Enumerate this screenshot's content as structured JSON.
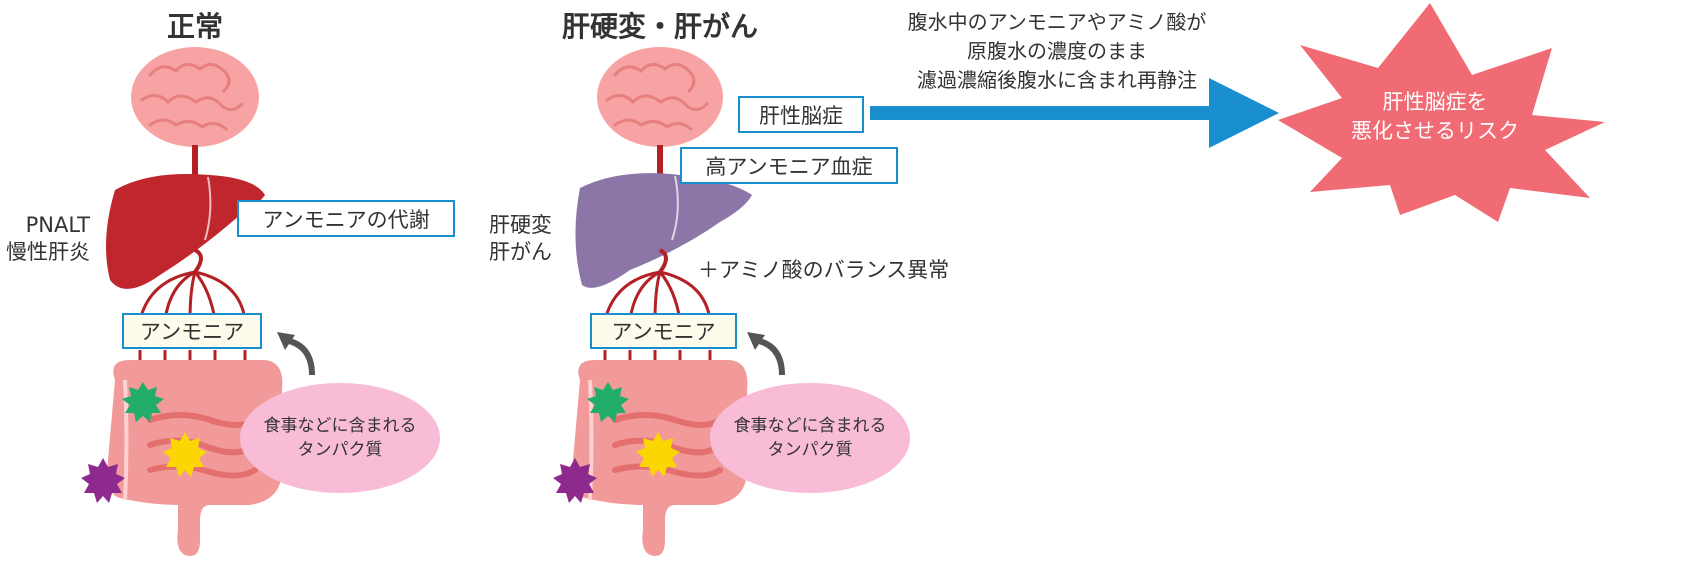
{
  "normal": {
    "heading": "正常",
    "condition_line1": "PNALT",
    "condition_line2": "慢性肝炎",
    "metabolism_label": "アンモニアの代謝",
    "ammonia_label": "アンモニア",
    "protein_line1": "食事などに含まれる",
    "protein_line2": "タンパク質"
  },
  "disease": {
    "heading": "肝硬変・肝がん",
    "condition_line1": "肝硬変",
    "condition_line2": "肝がん",
    "encephalopathy_label": "肝性脳症",
    "hyperammonemia_label": "高アンモニア血症",
    "amino_imbalance": "＋アミノ酸のバランス異常",
    "ammonia_label": "アンモニア",
    "protein_line1": "食事などに含まれる",
    "protein_line2": "タンパク質"
  },
  "flow": {
    "line1": "腹水中のアンモニアやアミノ酸が",
    "line2": "原腹水の濃度のまま",
    "line3": "濾過濃縮後腹水に含まれ再静注"
  },
  "risk": {
    "line1": "肝性脳症を",
    "line2": "悪化させるリスク"
  },
  "colors": {
    "label_border": "#1a8fd0",
    "arrow": "#1a8fd0",
    "healthy_liver": "#c0272d",
    "diseased_liver": "#8c76a7",
    "brain": "#f7a3a3",
    "burst": "#f06b74",
    "bubble": "#f8bcd6",
    "intestine": "#f29a9a",
    "green_spot": "#22ad6a",
    "yellow_spot": "#fbd600",
    "purple_spot": "#8e2a8e"
  }
}
